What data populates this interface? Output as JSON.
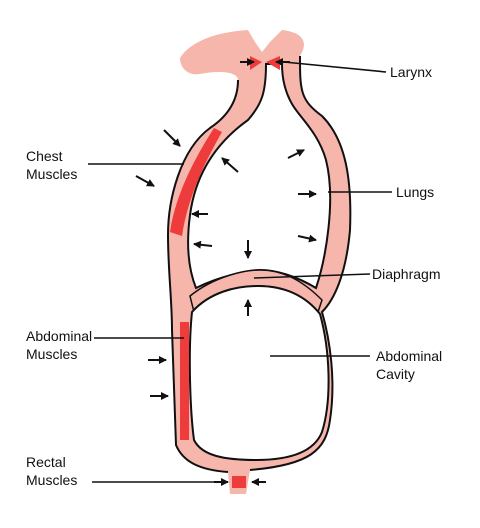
{
  "colors": {
    "tissue": "#f6b6ac",
    "muscle": "#ee3b3b",
    "outline": "#111111",
    "cavity": "#ffffff"
  },
  "labels": {
    "larynx": "Larynx",
    "chest_muscles_1": "Chest",
    "chest_muscles_2": "Muscles",
    "lungs": "Lungs",
    "diaphragm": "Diaphragm",
    "abdominal_muscles_1": "Abdominal",
    "abdominal_muscles_2": "Muscles",
    "abdominal_cavity_1": "Abdominal",
    "abdominal_cavity_2": "Cavity",
    "rectal_muscles_1": "Rectal",
    "rectal_muscles_2": "Muscles"
  }
}
